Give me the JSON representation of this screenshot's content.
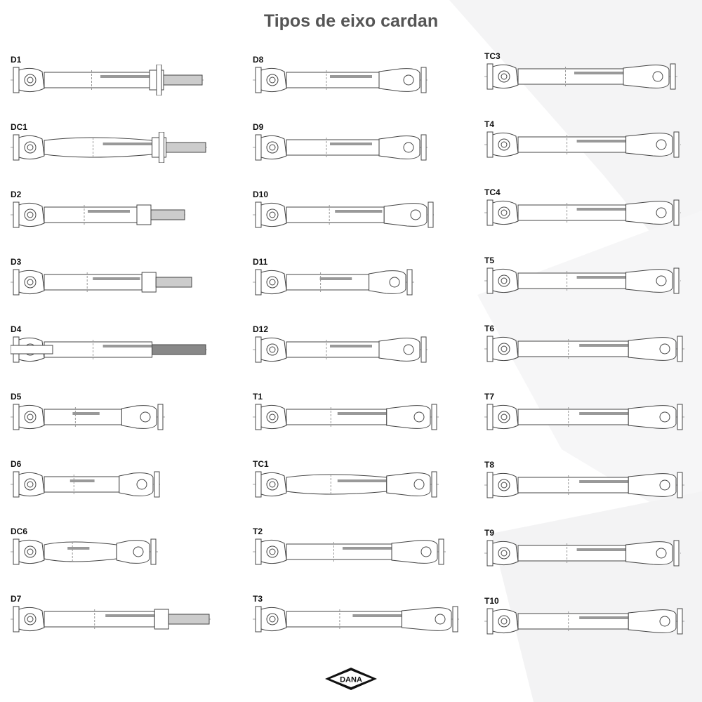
{
  "title": "Tipos de eixo cardan",
  "columns": [
    [
      "D1",
      "DC1",
      "D2",
      "D3",
      "D4",
      "D5",
      "D6",
      "DC6",
      "D7"
    ],
    [
      "D8",
      "D9",
      "D10",
      "D11",
      "D12",
      "T1",
      "TC1",
      "T2",
      "T3"
    ],
    [
      "TC3",
      "T4",
      "TC4",
      "T5",
      "T6",
      "T7",
      "T8",
      "T9",
      "T10"
    ]
  ],
  "logo": "DANA"
}
